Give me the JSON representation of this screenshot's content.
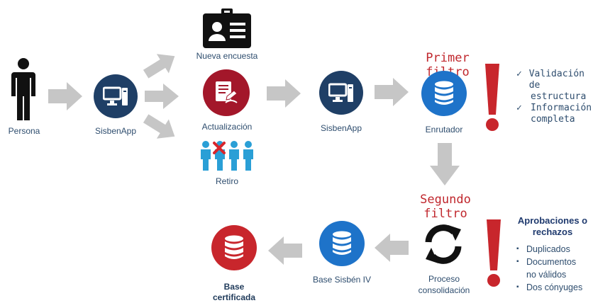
{
  "nodes": {
    "persona": "Persona",
    "sisbenapp_1": "SisbenApp",
    "nueva_encuesta": "Nueva encuesta",
    "actualizacion": "Actualización",
    "retiro": "Retiro",
    "sisbenapp_2": "SisbenApp",
    "enrutador": "Enrutador",
    "proceso": "Proceso consolidación",
    "base_sisben": "Base Sisbén IV",
    "base_certificada": "Base certificada"
  },
  "filters": {
    "primer": "Primer filtro",
    "segundo_line1": "Segundo",
    "segundo_line2": "filtro"
  },
  "primer_checks": {
    "item1_line1": "Validación de",
    "item1_line2": "estructura",
    "item2_line1": "Información",
    "item2_line2": "completa"
  },
  "segundo_panel": {
    "title_line1": "Aprobaciones o",
    "title_line2": "rechazos",
    "item1": "Duplicados",
    "item2_line1": "Documentos",
    "item2_line2": "no válidos",
    "item3": "Dos cónyuges"
  },
  "colors": {
    "navy": "#1f3f66",
    "blue": "#1e73c9",
    "red": "#c8262c",
    "filter_red": "#c0272d",
    "arrow_gray": "#c6c6c6",
    "retiro_teal": "#2a9fd6"
  },
  "icons": [
    "person-icon",
    "computer-icon",
    "id-card-icon",
    "form-edit-icon",
    "people-remove-icon",
    "database-icon",
    "refresh-cycle-icon",
    "exclamation-icon",
    "arrow-icon"
  ]
}
